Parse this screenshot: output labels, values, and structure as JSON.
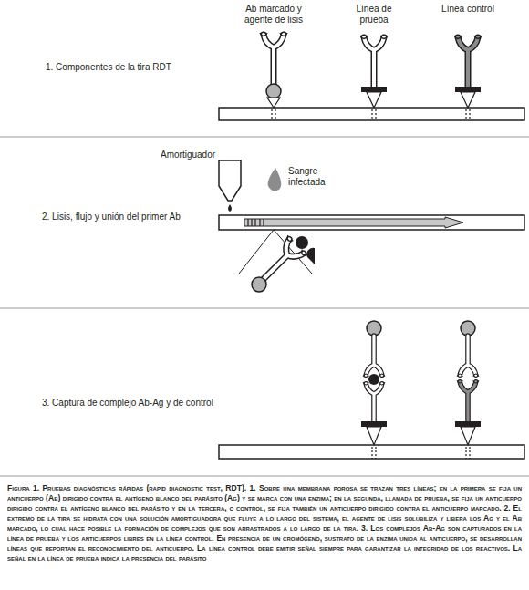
{
  "diagram": {
    "caption": "Figura 1. Pruebas diagnósticas rápidas (rapid diagnostic test, RDT). 1. Sobre una membrana porosa se trazan tres líneas; en la primera se fija un anticuerpo (Ab) dirigido contra el antígeno blanco del parásito (Ag) y se marca con una enzima; en la segunda, llamada de prueba, se fija un anticuerpo dirigido contra el antígeno blanco del parásito y en la tercera, o control, se fija también un anticuerpo dirigido contra el anticuerpo marcado. 2. El extremo de la tira se hidrata con una solución amortiguadora que fluye a lo largo del sistema, el agente de lisis solubiliza y libera los Ag y el Ab marcado, lo cual hace posible la formación de complejos que son arrastrados a lo largo de la tira. 3. Los complejos Ab-Ag son capturados en la línea de prueba y los anticuerpos libres en la línea control. En presencia de un cromógeno, sustrato de la enzima unida al anticuerpo, se desarrollan líneas que reportan el reconocimiento del anticuerpo. La línea control debe emitir señal siempre para garantizar la integridad de los reactivos. La señal en la línea de prueba indica la presencia del parásito",
    "labels": [
      "Ab marcado y agente de lisis",
      "Línea de prueba",
      "Línea control",
      "1. Componentes de la tira RDT",
      "Amortiguador",
      "Sangre infectada",
      "2. Lisis, flujo y unión del primer Ab",
      "3. Captura de complejo Ab-Ag y de control"
    ]
  }
}
